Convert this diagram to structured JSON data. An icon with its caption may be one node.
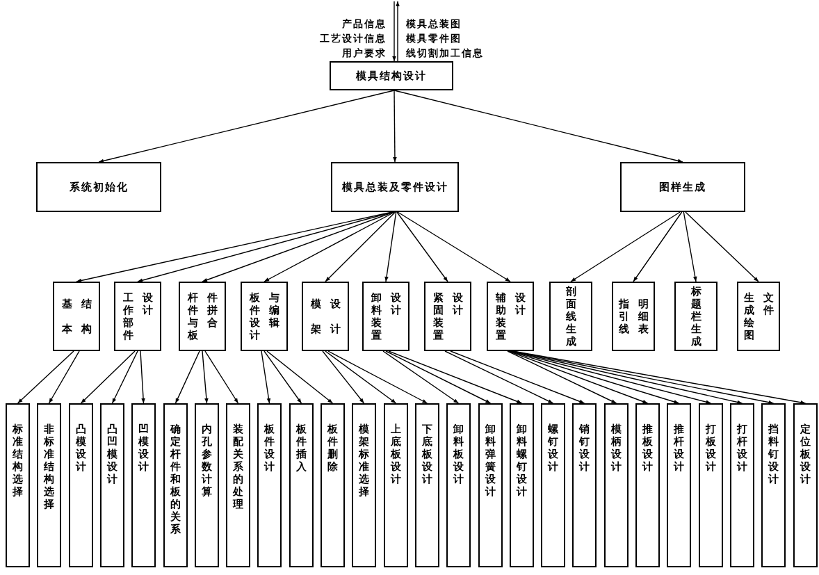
{
  "diagram": {
    "nodes": [
      {
        "text": [
          "模具结构设计"
        ]
      },
      {
        "text": [
          "系统初始化"
        ]
      },
      {
        "text": [
          "模具总装及零件设计"
        ]
      },
      {
        "text": [
          "图样生成"
        ]
      },
      {
        "text": [
          "基本结构"
        ]
      },
      {
        "text": [
          "工作部件设计"
        ]
      },
      {
        "text": [
          "杆件与板件拼合"
        ]
      },
      {
        "text": [
          "板件设计与编辑"
        ]
      },
      {
        "text": [
          "模架设计"
        ]
      },
      {
        "text": [
          "卸料装置设计"
        ]
      },
      {
        "text": [
          "紧固装置设计"
        ]
      },
      {
        "text": [
          "辅助装置设计"
        ]
      },
      {
        "text": [
          "剖面线生成"
        ]
      },
      {
        "text": [
          "指引线明细表"
        ]
      },
      {
        "text": [
          "标题栏生成"
        ]
      },
      {
        "text": [
          "生成绘图文件"
        ]
      },
      {
        "text": [
          "标准结构选择"
        ]
      },
      {
        "text": [
          "非标准结构选择"
        ]
      },
      {
        "text": [
          "凸模设计"
        ]
      },
      {
        "text": [
          "凸凹模设计"
        ]
      },
      {
        "text": [
          "凹模设计"
        ]
      },
      {
        "text": [
          "确定杆件和板的关系"
        ]
      },
      {
        "text": [
          "内孔参数计算"
        ]
      },
      {
        "text": [
          "装配关系的处理"
        ]
      },
      {
        "text": [
          "板件设计"
        ]
      },
      {
        "text": [
          "板件插入"
        ]
      },
      {
        "text": [
          "板件删除"
        ]
      },
      {
        "text": [
          "模架标准选择"
        ]
      },
      {
        "text": [
          "上底板设计"
        ]
      },
      {
        "text": [
          "下底板设计"
        ]
      },
      {
        "text": [
          "卸料板设计"
        ]
      },
      {
        "text": [
          "卸料弹簧设计"
        ]
      },
      {
        "text": [
          "卸料螺钉设计"
        ]
      },
      {
        "text": [
          "螺钉设计"
        ]
      },
      {
        "text": [
          "销钉设计"
        ]
      },
      {
        "text": [
          "模柄设计"
        ]
      },
      {
        "text": [
          "推板设计"
        ]
      },
      {
        "text": [
          "推杆设计"
        ]
      },
      {
        "text": [
          "打板设计"
        ]
      },
      {
        "text": [
          "打杆设计"
        ]
      },
      {
        "text": [
          "挡料钉设计"
        ]
      },
      {
        "text": [
          "定位板设计"
        ]
      }
    ],
    "edges": [
      {
        "from": null,
        "to": 0,
        "arrow": "to"
      },
      {
        "from": 0,
        "to": null,
        "arrow": "to"
      },
      {
        "from": 0,
        "to": 1,
        "arrow": "to"
      },
      {
        "from": 0,
        "to": 2,
        "arrow": "to"
      },
      {
        "from": 0,
        "to": 3,
        "arrow": "to"
      },
      {
        "from": 2,
        "to": 4,
        "arrow": "to"
      },
      {
        "from": 2,
        "to": 5,
        "arrow": "to"
      },
      {
        "from": 2,
        "to": 6,
        "arrow": "to"
      },
      {
        "from": 2,
        "to": 7,
        "arrow": "to"
      },
      {
        "from": 2,
        "to": 8,
        "arrow": "to"
      },
      {
        "from": 2,
        "to": 9,
        "arrow": "to"
      },
      {
        "from": 2,
        "to": 10,
        "arrow": "to"
      },
      {
        "from": 2,
        "to": 11,
        "arrow": "to"
      },
      {
        "from": 3,
        "to": 12,
        "arrow": "to"
      },
      {
        "from": 3,
        "to": 13,
        "arrow": "to"
      },
      {
        "from": 3,
        "to": 14,
        "arrow": "to"
      },
      {
        "from": 3,
        "to": 15,
        "arrow": "to"
      },
      {
        "from": 4,
        "to": 16,
        "arrow": "to"
      },
      {
        "from": 4,
        "to": 17,
        "arrow": "to"
      },
      {
        "from": 5,
        "to": 18,
        "arrow": "to"
      },
      {
        "from": 5,
        "to": 19,
        "arrow": "to"
      },
      {
        "from": 5,
        "to": 20,
        "arrow": "to"
      },
      {
        "from": 6,
        "to": 21,
        "arrow": "to"
      },
      {
        "from": 6,
        "to": 22,
        "arrow": "to"
      },
      {
        "from": 6,
        "to": 23,
        "arrow": "to"
      },
      {
        "from": 7,
        "to": 24,
        "arrow": "to"
      },
      {
        "from": 7,
        "to": 25,
        "arrow": "to"
      },
      {
        "from": 7,
        "to": 26,
        "arrow": "to"
      },
      {
        "from": 8,
        "to": 27,
        "arrow": "to"
      },
      {
        "from": 8,
        "to": 28,
        "arrow": "to"
      },
      {
        "from": 8,
        "to": 29,
        "arrow": "to"
      },
      {
        "from": 9,
        "to": 30,
        "arrow": "to"
      },
      {
        "from": 9,
        "to": 31,
        "arrow": "to"
      },
      {
        "from": 9,
        "to": 32,
        "arrow": "to"
      },
      {
        "from": 10,
        "to": 33,
        "arrow": "to"
      },
      {
        "from": 10,
        "to": 34,
        "arrow": "to"
      },
      {
        "from": 11,
        "to": 35,
        "arrow": "to"
      },
      {
        "from": 11,
        "to": 36,
        "arrow": "to"
      },
      {
        "from": 11,
        "to": 37,
        "arrow": "to"
      },
      {
        "from": 11,
        "to": 38,
        "arrow": "to"
      },
      {
        "from": 11,
        "to": 39,
        "arrow": "to"
      },
      {
        "from": 11,
        "to": 40,
        "arrow": "to"
      },
      {
        "from": 11,
        "to": 41,
        "arrow": "to"
      }
    ],
    "labels": [
      "产品信息",
      "模具总装图",
      "工艺设计信息",
      "模具零件图",
      "用户要求",
      "线切割加工信息"
    ]
  }
}
